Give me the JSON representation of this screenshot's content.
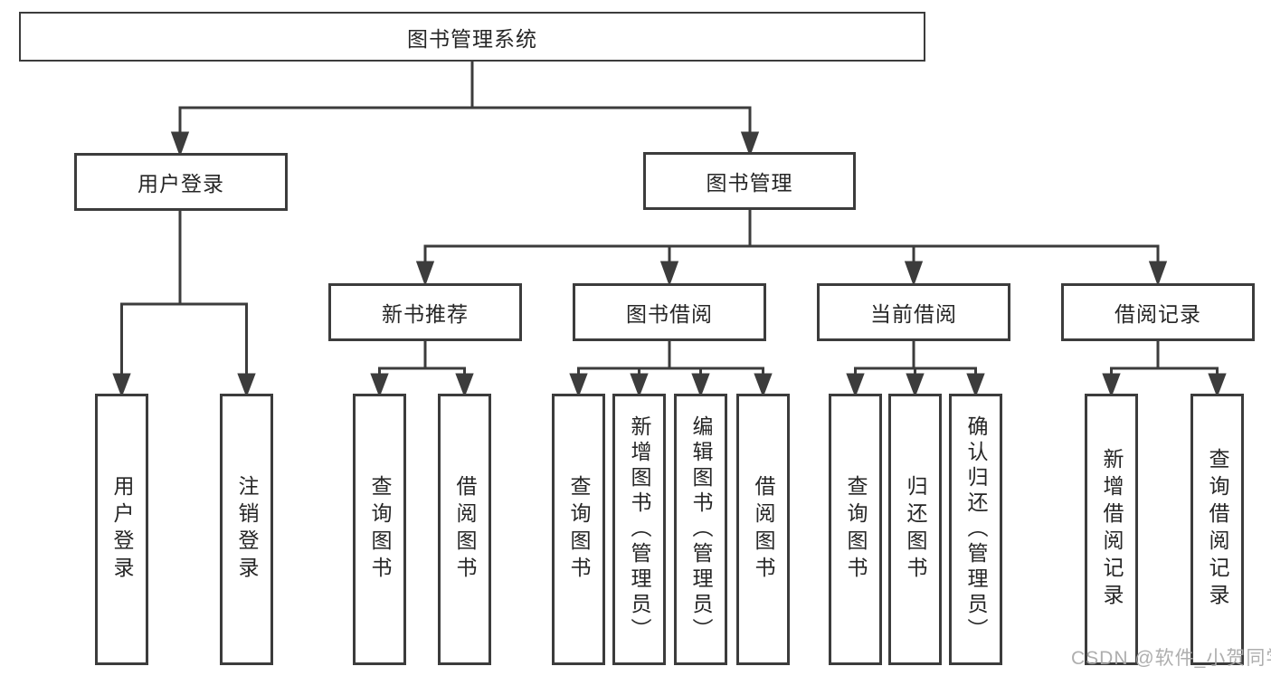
{
  "diagram": {
    "title": "图书管理系统",
    "type": "hierarchy-tree",
    "colors": {
      "line": "#3c3c3c",
      "box_border": "#3c3c3c",
      "text": "#262626",
      "background": "#ffffff",
      "watermark_text_color": "#aaaaaa"
    },
    "watermark": "CSDN @软件_小贺同学",
    "nodes": {
      "root": {
        "label": "图书管理系统"
      },
      "user_login": {
        "label": "用户登录"
      },
      "book_mgmt": {
        "label": "图书管理"
      },
      "new_book_rec": {
        "label": "新书推荐"
      },
      "book_borrow": {
        "label": "图书借阅"
      },
      "current_borrow": {
        "label": "当前借阅"
      },
      "borrow_records": {
        "label": "借阅记录"
      },
      "leaf_user_login": {
        "label": "用户登录"
      },
      "leaf_logout": {
        "label": "注销登录"
      },
      "rec_query_book": {
        "label": "查询图书"
      },
      "rec_borrow_book": {
        "label": "借阅图书"
      },
      "bb_query_book": {
        "label": "查询图书"
      },
      "bb_add_book": {
        "label": "新增图书（管理员）"
      },
      "bb_edit_book": {
        "label": "编辑图书（管理员）"
      },
      "bb_borrow_book": {
        "label": "借阅图书"
      },
      "cb_query_book": {
        "label": "查询图书"
      },
      "cb_return_book": {
        "label": "归还图书"
      },
      "cb_confirm_return": {
        "label": "确认归还（管理员）"
      },
      "br_add_record": {
        "label": "新增借阅记录"
      },
      "br_query_record": {
        "label": "查询借阅记录"
      }
    },
    "hierarchy": {
      "root": [
        "user_login",
        "book_mgmt"
      ],
      "user_login": [
        "leaf_user_login",
        "leaf_logout"
      ],
      "book_mgmt": [
        "new_book_rec",
        "book_borrow",
        "current_borrow",
        "borrow_records"
      ],
      "new_book_rec": [
        "rec_query_book",
        "rec_borrow_book"
      ],
      "book_borrow": [
        "bb_query_book",
        "bb_add_book",
        "bb_edit_book",
        "bb_borrow_book"
      ],
      "current_borrow": [
        "cb_query_book",
        "cb_return_book",
        "cb_confirm_return"
      ],
      "borrow_records": [
        "br_add_record",
        "br_query_record"
      ]
    }
  }
}
